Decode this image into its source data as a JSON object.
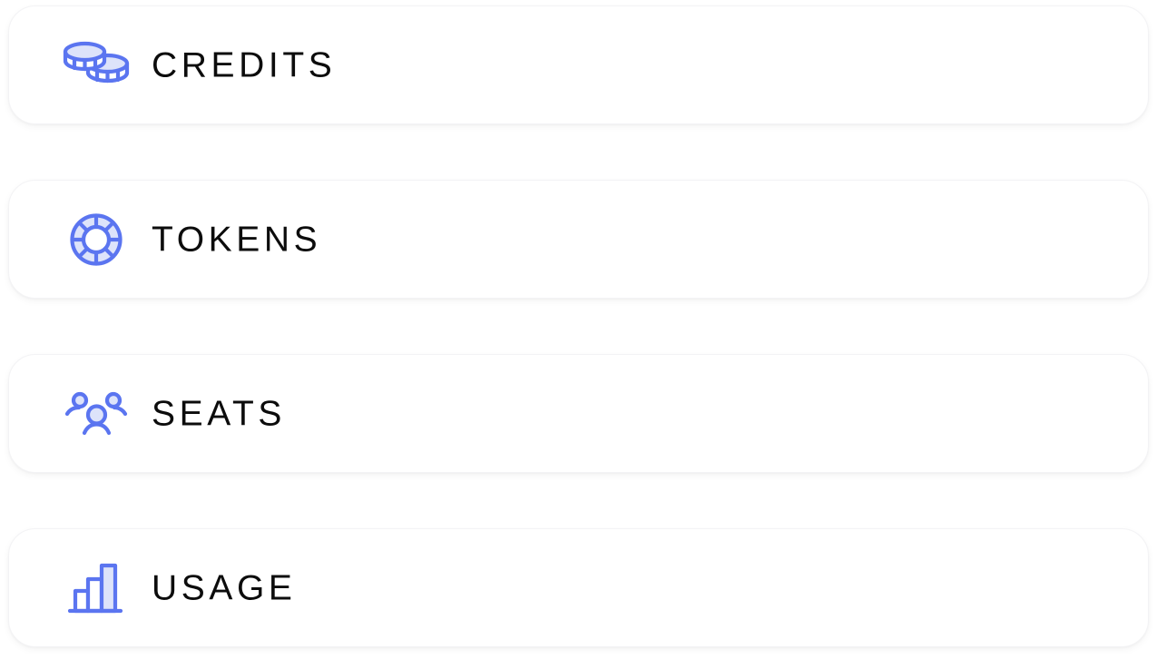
{
  "theme": {
    "accent": "#5B75F0",
    "accent_fill": "#DDE3FA",
    "text_color": "#0C0C0C",
    "card_background": "#FFFFFF"
  },
  "menu": {
    "items": [
      {
        "id": "credits",
        "label": "CREDITS",
        "icon": "coins-icon"
      },
      {
        "id": "tokens",
        "label": "TOKENS",
        "icon": "lifebuoy-token-icon"
      },
      {
        "id": "seats",
        "label": "SEATS",
        "icon": "users-group-icon"
      },
      {
        "id": "usage",
        "label": "USAGE",
        "icon": "bar-chart-icon"
      }
    ]
  }
}
